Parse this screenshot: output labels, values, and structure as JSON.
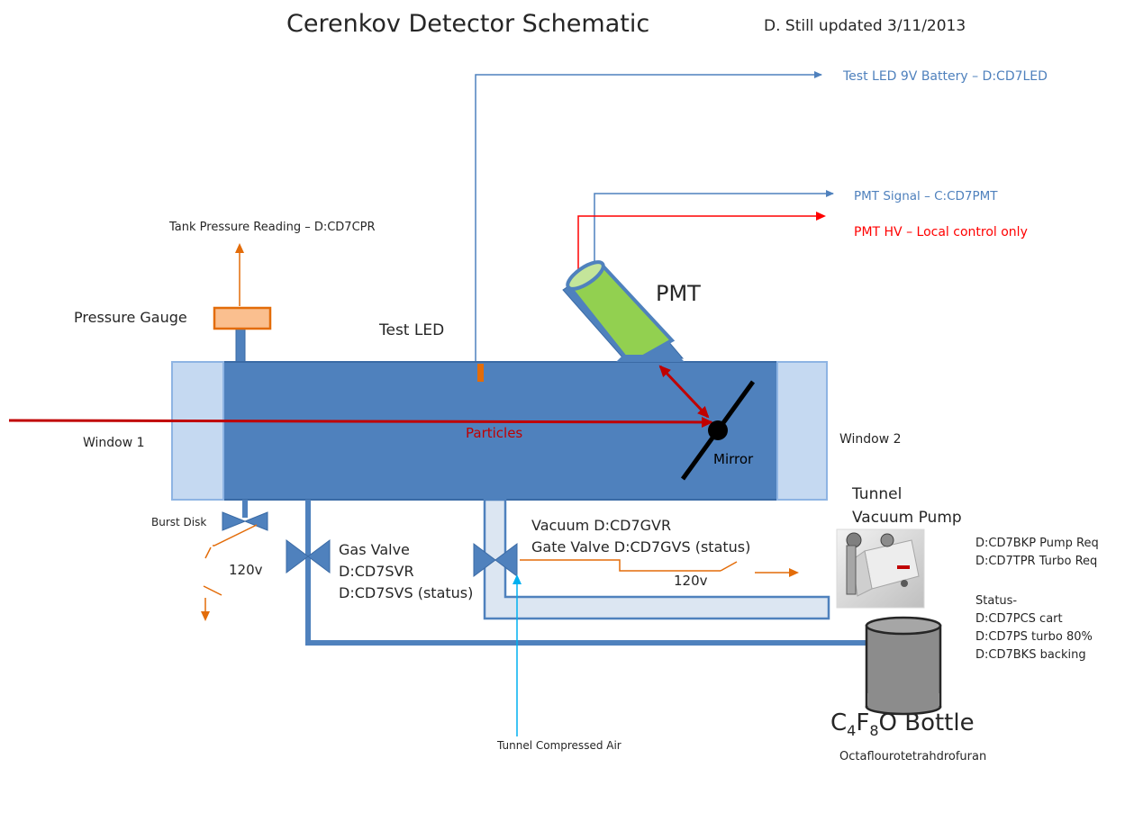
{
  "header": {
    "title": "Cerenkov Detector Schematic",
    "author": "D. Still  updated 3/11/2013"
  },
  "signals": {
    "test_led_line": "Test LED  9V Battery – D:CD7LED",
    "pmt_signal": "PMT Signal – C:CD7PMT",
    "pmt_hv": "PMT HV – Local control only",
    "tank_pressure": "Tank Pressure Reading – D:CD7CPR"
  },
  "labels": {
    "pressure_gauge": "Pressure Gauge",
    "test_led": "Test LED",
    "pmt": "PMT",
    "window1": "Window 1",
    "window2": "Window 2",
    "particles": "Particles",
    "mirror": "Mirror",
    "burst_disk": "Burst Disk",
    "power_left": "120v",
    "power_right": "120v",
    "gas_valve": [
      "Gas Valve",
      "D:CD7SVR",
      "D:CD7SVS (status)"
    ],
    "vacuum_valve": [
      "Vacuum     D:CD7GVR",
      "Gate Valve D:CD7GVS (status)"
    ],
    "tunnel_pump": [
      "Tunnel",
      "Vacuum Pump"
    ],
    "pump_requests": [
      "D:CD7BKP Pump Req",
      "D:CD7TPR Turbo Req"
    ],
    "pump_status": [
      "Status-",
      "D:CD7PCS cart",
      "D:CD7PS    turbo 80%",
      "D:CD7BKS  backing"
    ],
    "compressed_air": "Tunnel Compressed Air",
    "bottle_c": "C",
    "bottle_sub4": "4",
    "bottle_f": "F",
    "bottle_sub8": "8",
    "bottle_rest": "O Bottle",
    "bottle_chemical": "Octaflourotetrahdrofuran"
  },
  "colors": {
    "vessel": "#4f81bd",
    "vessel_edge": "#3a6aa5",
    "window": "#c5d9f1",
    "signal_blue": "#4f81bd",
    "hv_red": "#ff0000",
    "beam_red": "#c00000",
    "power_orange": "#e36c09",
    "air_cyan": "#00b0f0",
    "pmt_green": "#92d050",
    "gauge_fill": "#fabf8f",
    "bottle_gray": "#8c8c8c"
  }
}
